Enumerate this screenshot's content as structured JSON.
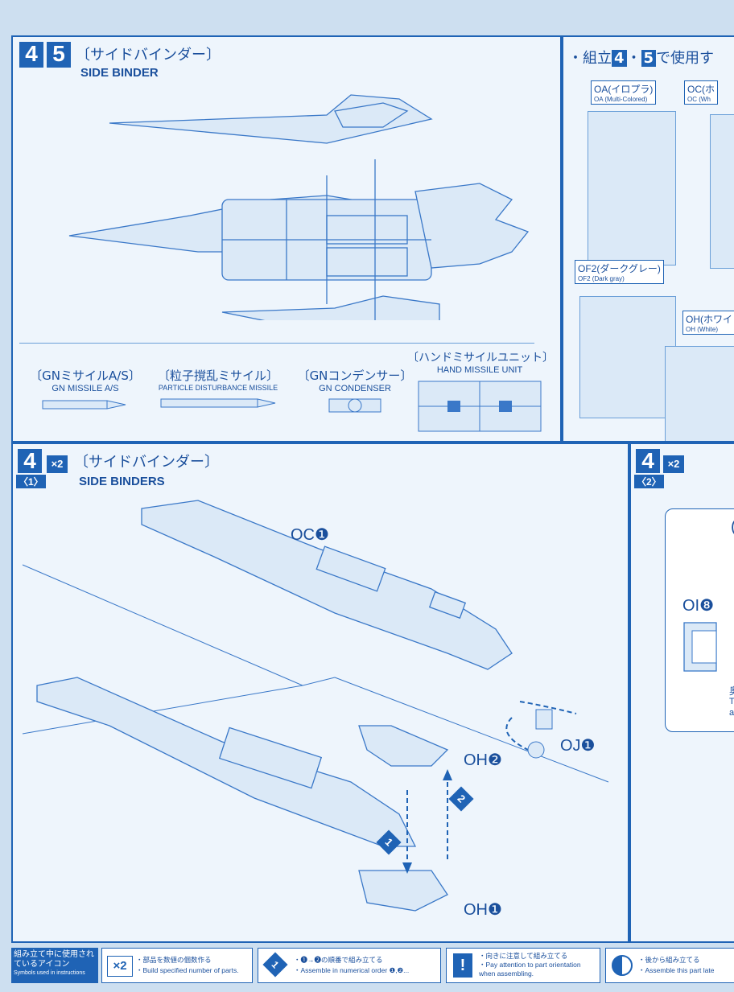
{
  "top_panel": {
    "step_a": "4",
    "step_b": "5",
    "title_jp": "〔サイドバインダー〕",
    "title_en": "SIDE BINDER",
    "parts": [
      {
        "jp": "〔GNミサイルA/S〕",
        "en": "GN MISSILE A/S"
      },
      {
        "jp": "〔粒子撹乱ミサイル〕",
        "en": "PARTICLE DISTURBANCE MISSILE"
      },
      {
        "jp": "〔GNコンデンサー〕",
        "en": "GN CONDENSER"
      },
      {
        "jp": "〔ハンドミサイルユニット〕",
        "en": "HAND MISSILE UNIT"
      }
    ]
  },
  "runner_panel": {
    "heading_prefix": "・組立",
    "heading_num1": "4",
    "heading_sep": "・",
    "heading_num2": "5",
    "heading_suffix": "で使用す",
    "runners": [
      {
        "jp": "OA(イロプラ)",
        "en": "OA (Multi-Colored)"
      },
      {
        "jp": "OC(ホ",
        "en": "OC (Wh"
      },
      {
        "jp": "OF2(ダークグレー)",
        "en": "OF2 (Dark gray)"
      },
      {
        "jp": "OH(ホワイ",
        "en": "OH (White)"
      }
    ]
  },
  "step1": {
    "num": "4",
    "sub": "〈1〉",
    "mult": "×2",
    "title_jp": "〔サイドバインダー〕",
    "title_en": "SIDE BINDERS",
    "labels": {
      "oc1": "OC❶",
      "oj1": "OJ❶",
      "oh2": "OH❷",
      "oh1": "OH❶",
      "seq1": "1",
      "seq2": "2"
    }
  },
  "step2": {
    "num": "4",
    "sub": "〈2〉",
    "mult": "×2",
    "label_top": "(",
    "label_oi": "OI❽",
    "note1": "奥",
    "note2": "T",
    "note3": "a"
  },
  "footer": {
    "icons_title_jp": "組み立て中に使用されているアイコン",
    "icons_title_en": "Symbols used in instructions",
    "items": [
      {
        "icon": "×2",
        "jp": "・部品を数値の個数作る",
        "en": "・Build specified number of parts."
      },
      {
        "icon": "1",
        "jp": "・❶→❷の順番で組み立てる",
        "en": "・Assemble in numerical order ❶,❷..."
      },
      {
        "icon": "!",
        "jp": "・向きに注意して組み立てる",
        "en": "・Pay attention to part orientation when assembling."
      },
      {
        "icon": "half-circle-icon",
        "jp": "・後から組み立てる",
        "en": "・Assemble this part late"
      }
    ]
  }
}
